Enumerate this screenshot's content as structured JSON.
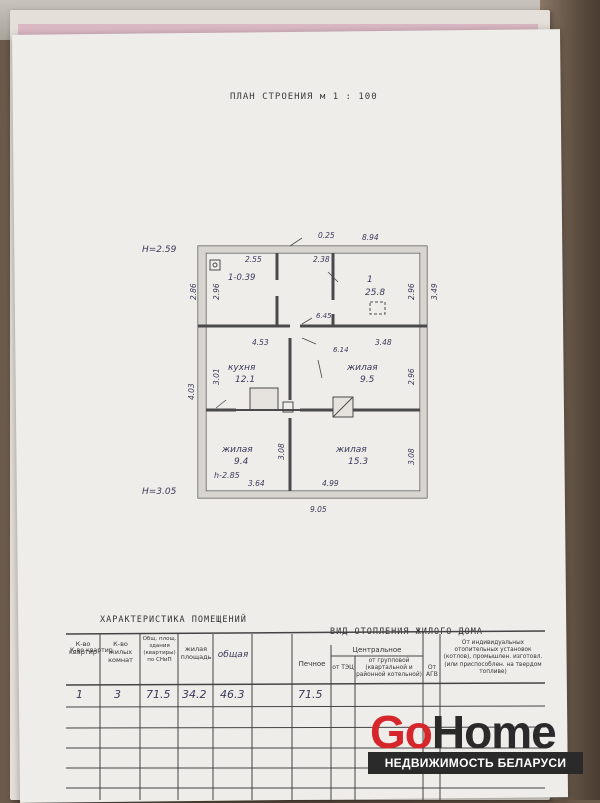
{
  "document": {
    "title": "ПЛАН СТРОЕНИЯ м 1 : 100"
  },
  "plan": {
    "elevation_top": "Н=2.59",
    "elevation_bottom": "Н=3.05",
    "rooms": [
      {
        "name": "",
        "area": "1-0.39"
      },
      {
        "name": "1",
        "area": "25.8"
      },
      {
        "name": "кухня",
        "area": "12.1"
      },
      {
        "name": "жилая",
        "area": "9.5"
      },
      {
        "name": "жилая",
        "area": "9.4"
      },
      {
        "name": "жилая",
        "area": "15.3"
      }
    ],
    "extra_labels": [
      "h-2.85",
      "6.14",
      "6.45"
    ],
    "dimensions": [
      "0.25",
      "8.94",
      "2.55",
      "2.38",
      "2.96",
      "2.96",
      "3.49",
      "2.86",
      "4.53",
      "3.48",
      "3.01",
      "2.96",
      "4.03",
      "3.08",
      "3.08",
      "3.64",
      "4.99",
      "9.05"
    ]
  },
  "table": {
    "left_heading": "ХАРАКТЕРИСТИКА ПОМЕЩЕНИЙ",
    "right_heading": "ВИД ОТОПЛЕНИЯ ЖИЛОГО ДОМА",
    "columns": [
      "К-во квартир",
      "К-во жилых комнат",
      "Общ. площ. здания (квартиры) по СНиП",
      "жилая площадь",
      "общая",
      "Печное",
      "Центральное",
      "от ТЭЦ",
      "от групповой (квартальной и районной котельной)",
      "От АГВ",
      "От индивидуальных отопительных установок (котлов), промышлен. изготовл. (или приспособлен. на твердом топливе)"
    ],
    "values": [
      "1",
      "3",
      "71.5",
      "34.2",
      "46.3",
      "71.5"
    ]
  },
  "watermark": {
    "go": "Go",
    "home": "Home",
    "tagline": "НЕДВИЖИМОСТЬ БЕЛАРУСИ",
    "accent_color": "#d6262b"
  }
}
